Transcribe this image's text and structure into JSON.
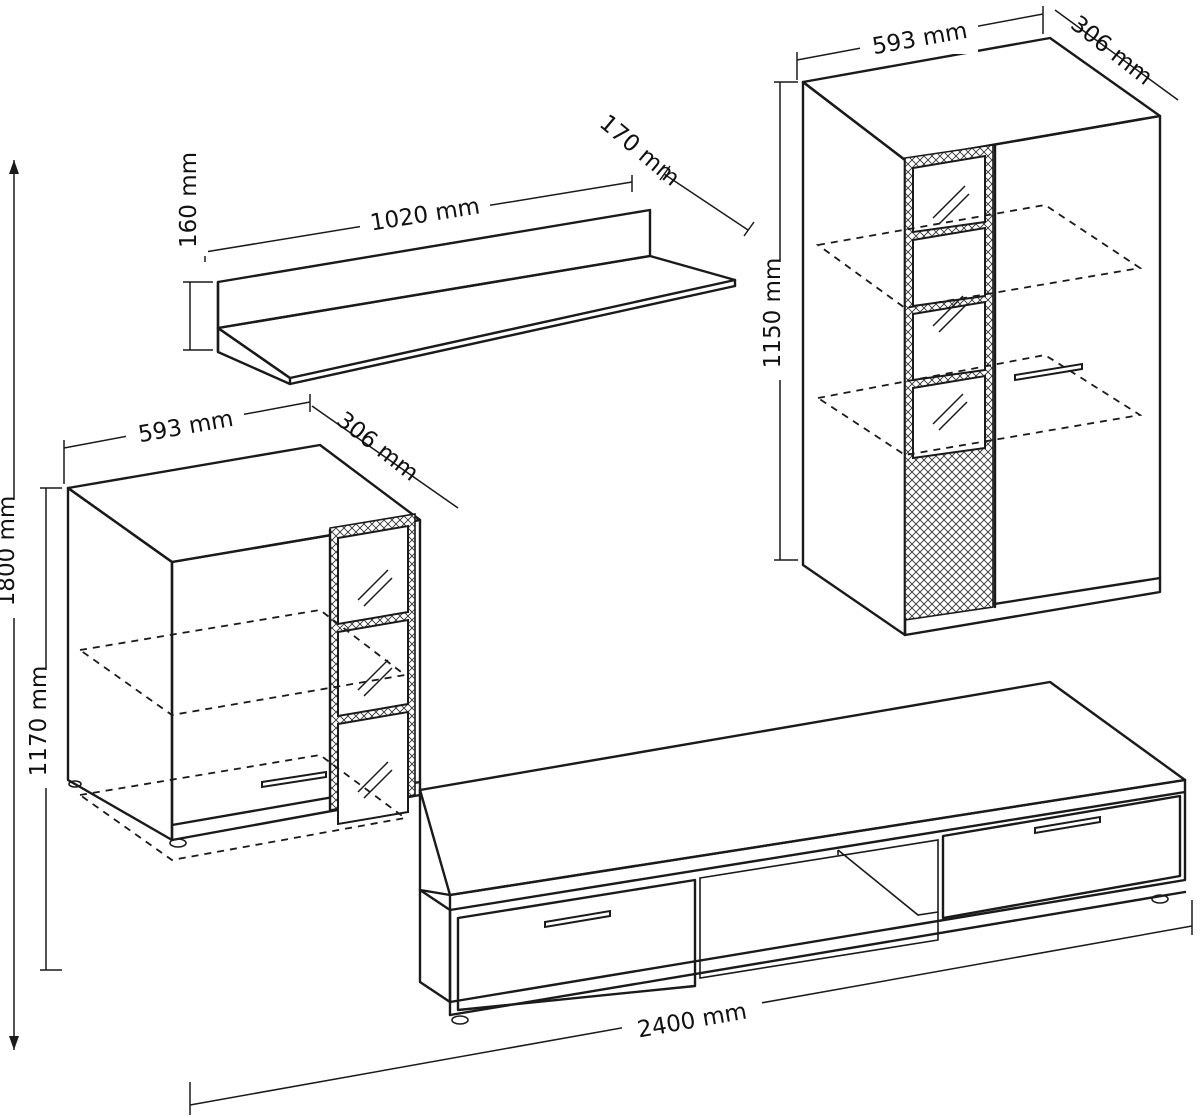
{
  "dimensions": {
    "shelf_width": "1020 mm",
    "shelf_height": "160 mm",
    "shelf_depth": "170 mm",
    "top_cabinet_width": "593 mm",
    "top_cabinet_depth": "306 mm",
    "top_cabinet_height": "1150 mm",
    "left_cabinet_width": "593 mm",
    "left_cabinet_depth": "306 mm",
    "left_cabinet_height": "1170 mm",
    "total_height": "1800 mm",
    "total_width": "2400 mm"
  },
  "colors": {
    "line": "#1a1a1a",
    "background": "#ffffff"
  }
}
